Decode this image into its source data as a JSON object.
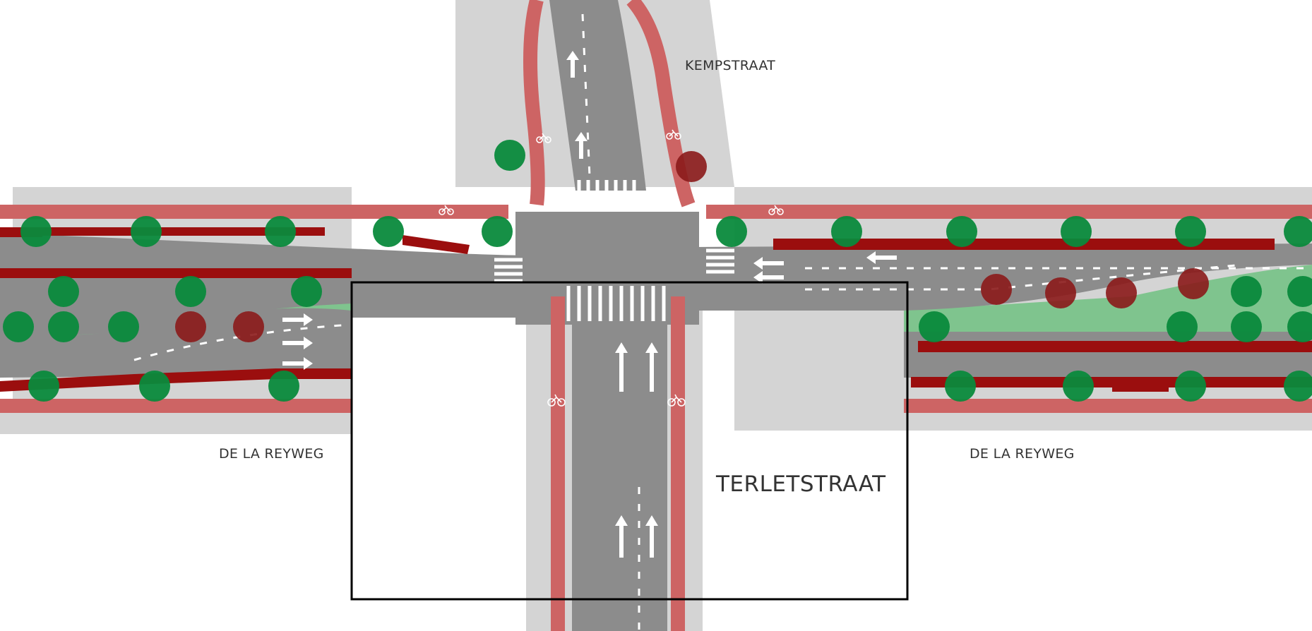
{
  "streets": {
    "north": "KEMPSTRAAT",
    "west": "DE LA REYWEG",
    "east": "DE LA REYWEG",
    "south": "TERLETSTRAAT"
  },
  "colors": {
    "road": "#8c8c8c",
    "sidewalk": "#d4d4d4",
    "bike_path": "#cd6464",
    "green_strip": "#7fc48e",
    "tree": "#0a8a3c",
    "tree_removed": "#8b1a1a",
    "curb_dark": "#9b0e0e",
    "marking": "#ffffff",
    "highlight_frame": "#000000"
  },
  "icons": [
    "bicycle-icon",
    "lane-arrow-icon",
    "zebra-crossing",
    "tree-icon"
  ]
}
